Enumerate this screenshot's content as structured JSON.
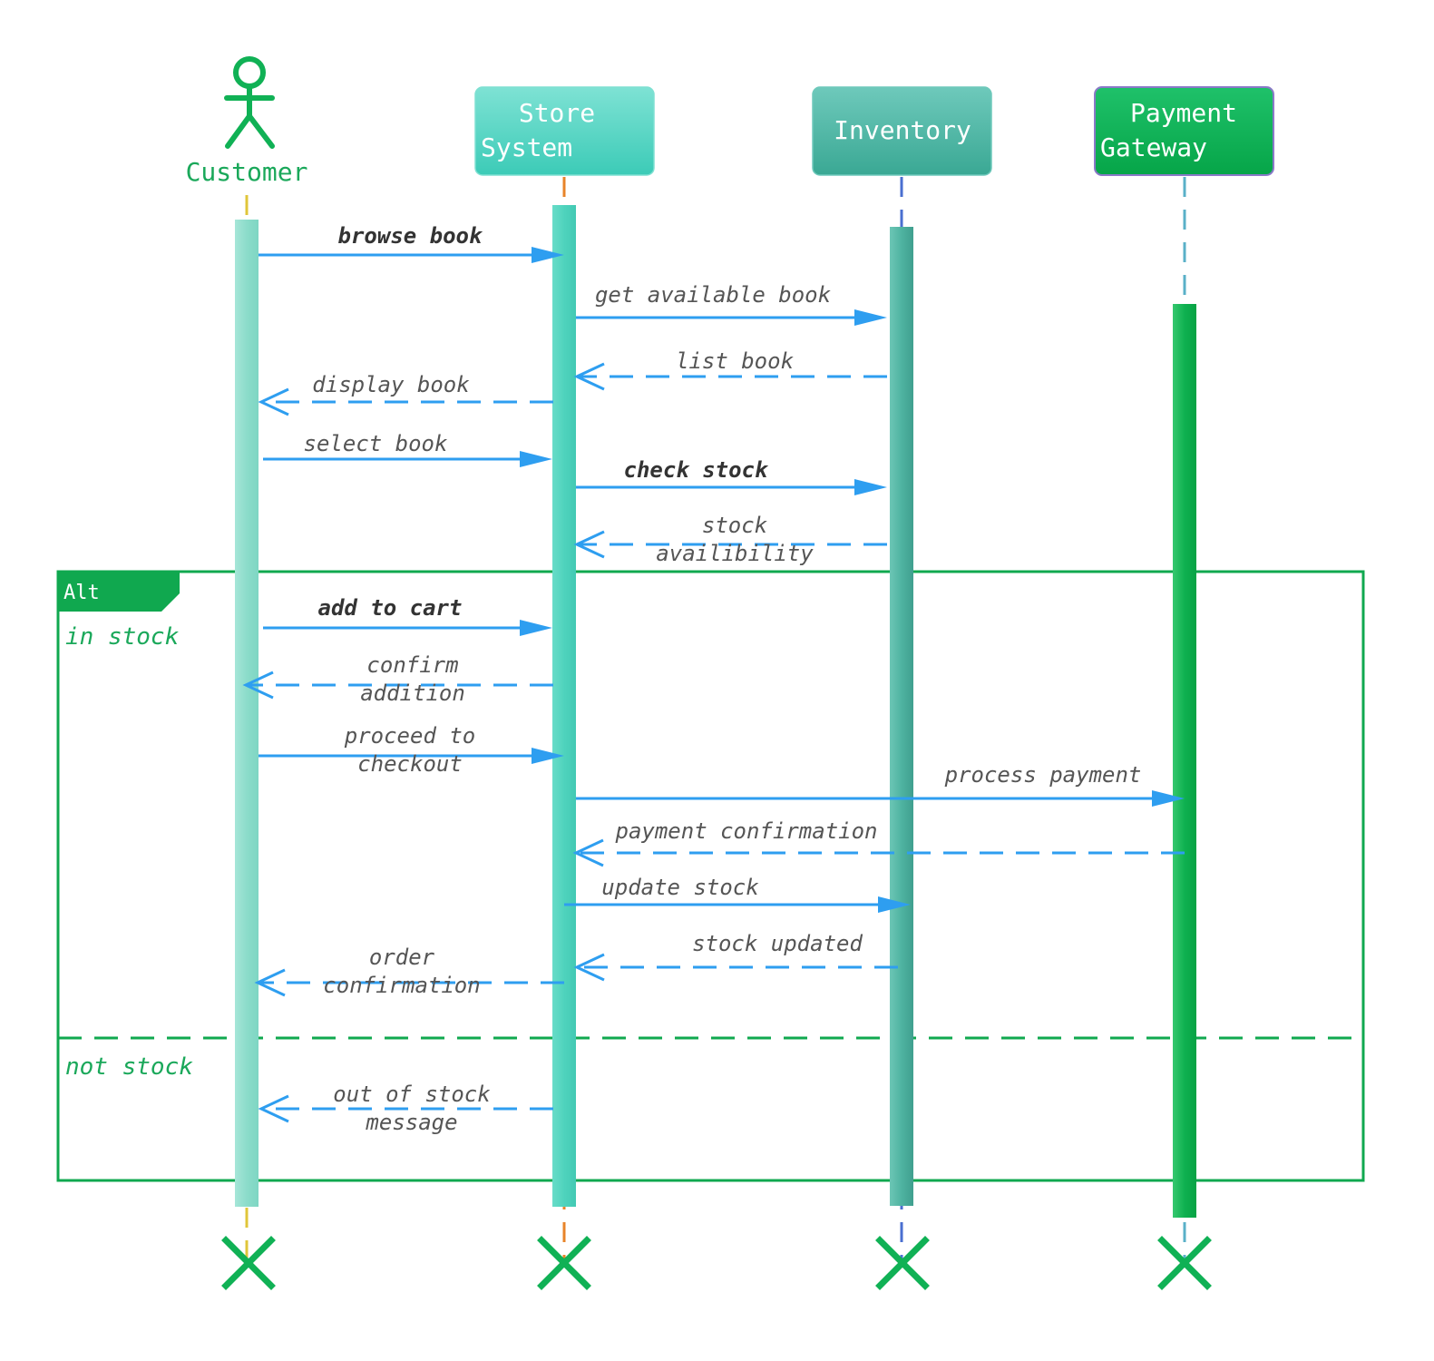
{
  "participants": [
    {
      "id": "customer",
      "label": "Customer",
      "kind": "actor",
      "color": "#10b155"
    },
    {
      "id": "store",
      "label_lines": [
        "Store",
        "System"
      ],
      "kind": "box",
      "color": "#4fd3c0"
    },
    {
      "id": "inventory",
      "label_lines": [
        "Inventory"
      ],
      "kind": "box",
      "color": "#44b3a0"
    },
    {
      "id": "payment",
      "label_lines": [
        "Payment",
        "Gateway"
      ],
      "kind": "box",
      "color": "#0dae4f"
    }
  ],
  "messages": [
    {
      "lines": [
        "browse book"
      ],
      "bold": true,
      "type": "sync"
    },
    {
      "lines": [
        "get available book"
      ],
      "bold": false,
      "type": "sync"
    },
    {
      "lines": [
        "list book"
      ],
      "bold": false,
      "type": "return"
    },
    {
      "lines": [
        "display book"
      ],
      "bold": false,
      "type": "return"
    },
    {
      "lines": [
        "select book"
      ],
      "bold": false,
      "type": "sync"
    },
    {
      "lines": [
        "check stock"
      ],
      "bold": true,
      "type": "sync"
    },
    {
      "lines": [
        "stock",
        "availibility"
      ],
      "bold": false,
      "type": "return"
    },
    {
      "lines": [
        "add to cart"
      ],
      "bold": true,
      "type": "sync"
    },
    {
      "lines": [
        "confirm",
        "addition"
      ],
      "bold": false,
      "type": "return"
    },
    {
      "lines": [
        "proceed to",
        "checkout"
      ],
      "bold": false,
      "type": "sync"
    },
    {
      "lines": [
        "process payment"
      ],
      "bold": false,
      "type": "sync"
    },
    {
      "lines": [
        "payment confirmation"
      ],
      "bold": false,
      "type": "return"
    },
    {
      "lines": [
        "update stock"
      ],
      "bold": false,
      "type": "sync"
    },
    {
      "lines": [
        "stock updated"
      ],
      "bold": false,
      "type": "return"
    },
    {
      "lines": [
        "order",
        "confirmation"
      ],
      "bold": false,
      "type": "return"
    },
    {
      "lines": [
        "out of stock",
        "message"
      ],
      "bold": false,
      "type": "return"
    }
  ],
  "alt_frame": {
    "tag": "Alt",
    "guards": [
      "in stock",
      "not stock"
    ]
  },
  "colors": {
    "arrow": "#2e9ef0",
    "frame": "#10a84f",
    "customer_lifeline": "#e0c63a",
    "store_lifeline": "#e8842a",
    "inventory_lifeline": "#4a6fd0",
    "payment_lifeline": "#5ab0c8",
    "destroy": "#10b155"
  }
}
